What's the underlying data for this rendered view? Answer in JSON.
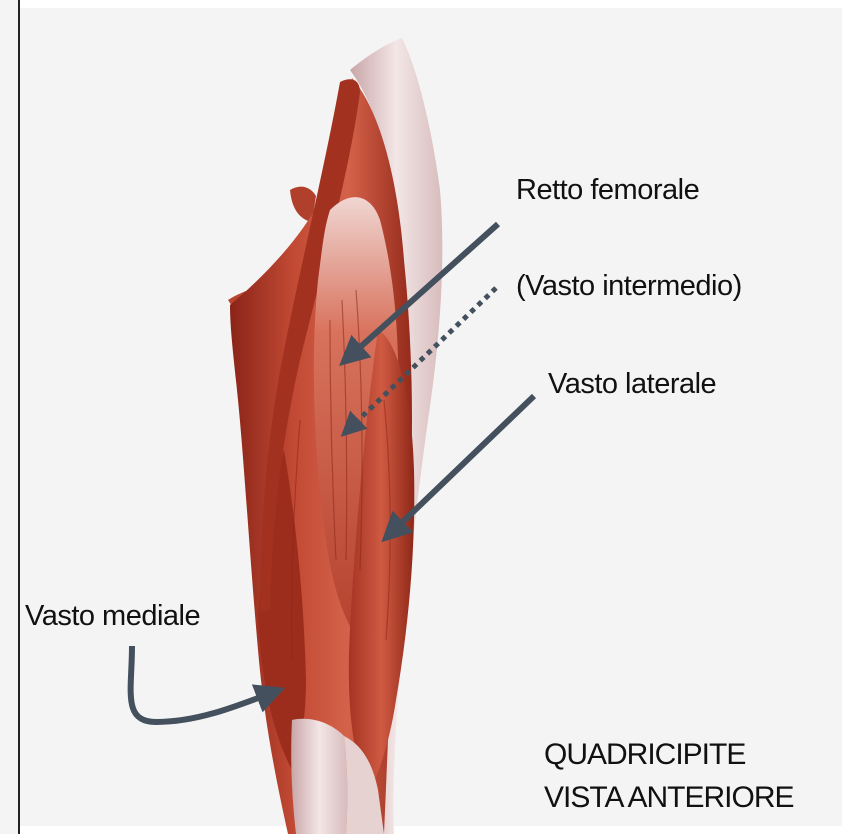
{
  "labels": {
    "retto_femorale": "Retto femorale",
    "vasto_intermedio": "(Vasto intermedio)",
    "vasto_laterale": "Vasto laterale",
    "vasto_mediale": "Vasto mediale"
  },
  "caption": {
    "line1": "QUADRICIPITE",
    "line2": "VISTA ANTERIORE"
  },
  "colors": {
    "background": "#f4f4f4",
    "muscle": "#b23a2a",
    "muscle_dark": "#7c1f14",
    "tendon": "#ecd9d9",
    "arrow": "#44505e",
    "text": "#111111"
  }
}
